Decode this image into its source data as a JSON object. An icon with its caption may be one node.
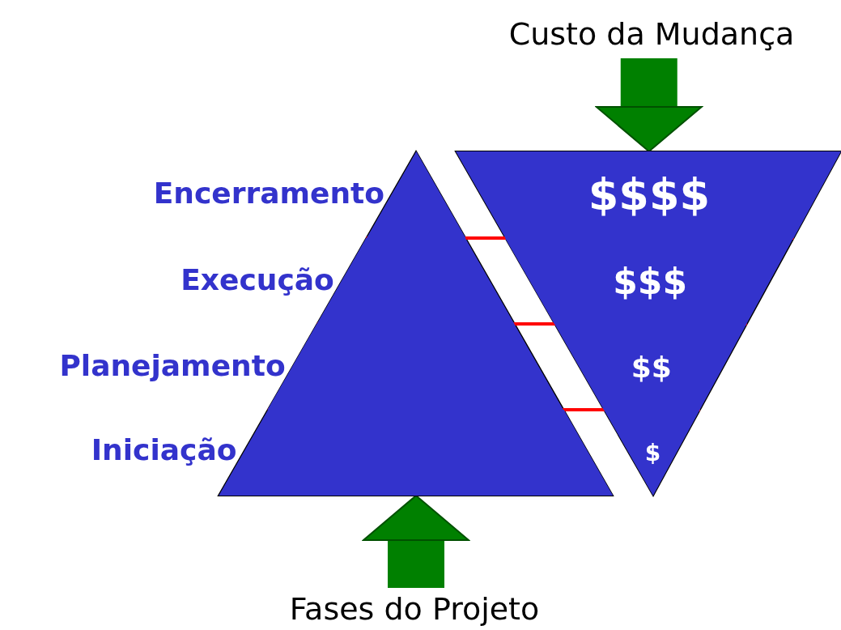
{
  "diagram": {
    "nodes": [
      {
        "text": [
          "Custo da Mudança"
        ]
      },
      {
        "text": [
          "$$$$"
        ]
      },
      {
        "text": [
          "$$$"
        ]
      },
      {
        "text": [
          "$$"
        ]
      },
      {
        "text": [
          "$"
        ]
      },
      {
        "text": [
          "Encerramento"
        ]
      },
      {
        "text": [
          "Execução"
        ]
      },
      {
        "text": [
          "Planejamento"
        ]
      },
      {
        "text": [
          "Iniciação"
        ]
      },
      {
        "text": [
          "Fases do Projeto"
        ]
      }
    ],
    "edges": [
      {
        "from": 0,
        "to": 1,
        "arrow": "to"
      },
      {
        "from": 9,
        "to": 8,
        "arrow": "to"
      }
    ]
  }
}
